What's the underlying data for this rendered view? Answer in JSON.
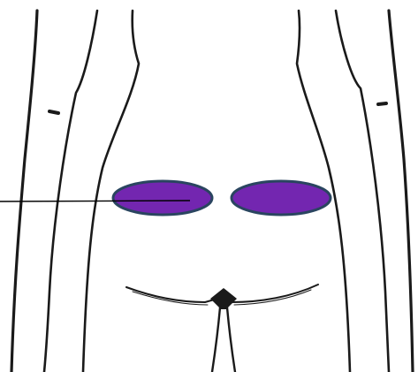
{
  "figure": {
    "subject": "back-view-lower-torso-outline",
    "marked_regions": [
      {
        "id": "left-region"
      },
      {
        "id": "right-region"
      }
    ],
    "pointer": {
      "targets": "left-region"
    }
  },
  "colors": {
    "background": "#ffffff",
    "outline_ink": "#1a1a1a",
    "region_fill": "#7326b0",
    "region_stroke": "#2a4560",
    "pointer_line": "#000000"
  }
}
